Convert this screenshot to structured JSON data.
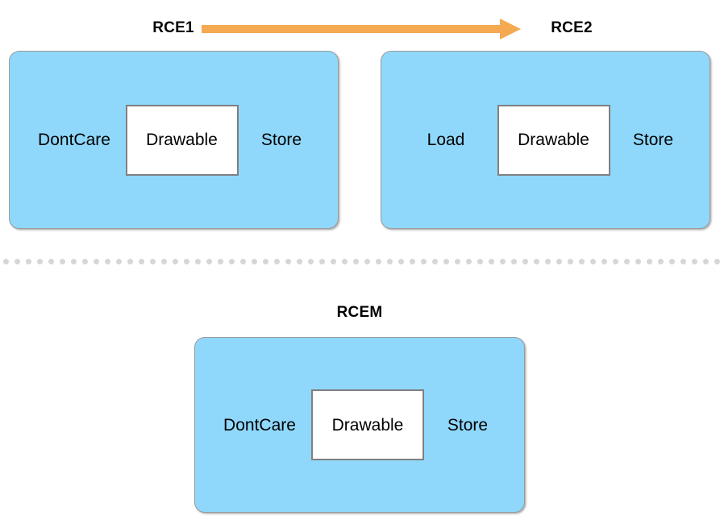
{
  "diagram": {
    "title_rce1": "RCE1",
    "title_rce2": "RCE2",
    "title_rcem": "RCEM",
    "arrow": {
      "name": "transition-arrow",
      "direction": "right",
      "color": "#f5a950",
      "from": "RCE1",
      "to": "RCE2"
    },
    "colors": {
      "box_fill": "#8fd8fb",
      "box_border": "#9a9a9a",
      "inner_fill": "#ffffff",
      "inner_border": "#808080",
      "arrow": "#f5a950",
      "divider_dot": "#d6d6d6",
      "text": "#000000"
    },
    "divider": {
      "name": "dotted-divider",
      "dot_count": 64,
      "dot_spacing": 14,
      "dot_size": 7
    },
    "boxes": [
      {
        "id": "rce1",
        "title": "RCE1",
        "left_label": "DontCare",
        "center_label": "Drawable",
        "right_label": "Store"
      },
      {
        "id": "rce2",
        "title": "RCE2",
        "left_label": "Load",
        "center_label": "Drawable",
        "right_label": "Store"
      },
      {
        "id": "rcem",
        "title": "RCEM",
        "left_label": "DontCare",
        "center_label": "Drawable",
        "right_label": "Store"
      }
    ]
  }
}
